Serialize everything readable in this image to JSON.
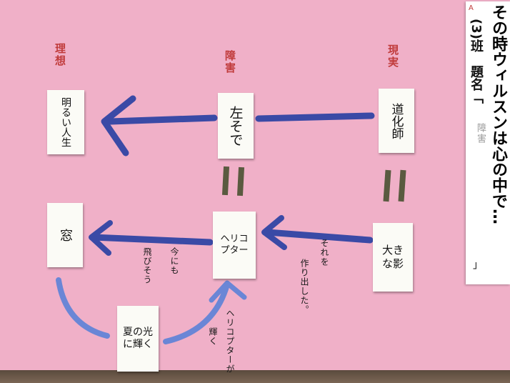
{
  "headings": {
    "ideal": "理想",
    "obstacle": "障害",
    "reality": "現実"
  },
  "cards": {
    "bright_life": "明るい人生",
    "left_sleeve": "左そで",
    "clown": "道化師",
    "window": "窓",
    "helicopter": "ヘリコプター",
    "big_shadow": "大きな影",
    "summer_light": "夏の光に輝く"
  },
  "notes": {
    "about_to_fly_1": "今にも",
    "about_to_fly_2": "飛びそう",
    "created_1": "それを",
    "created_2": "作り出した。",
    "heli_shines_1": "ヘリコプターが",
    "heli_shines_2": "輝く"
  },
  "equals": {
    "left": "＝",
    "right": "＝"
  },
  "title": {
    "main": "その時ウィルスンは心の中で…",
    "group_number": "(3)",
    "group_label": "班",
    "theme_label": "題名「",
    "theme_value": "障害",
    "close_bracket": "」",
    "marker": "A"
  },
  "colors": {
    "paper": "#f0b0c8",
    "arrow": "#3a4aa6",
    "arc": "#6a86d6",
    "equals_bar": "#5a5a40",
    "heading": "#c03b3b"
  }
}
